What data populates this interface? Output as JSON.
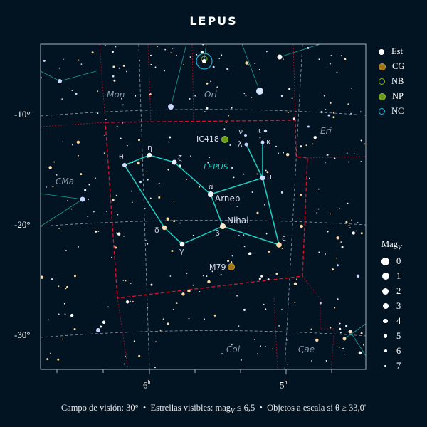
{
  "title": "LEPUS",
  "constellation_label": "LEPUS",
  "neighbors": [
    "Mon",
    "Ori",
    "Eri",
    "CMa",
    "Col",
    "Cae"
  ],
  "dec_labels": [
    "-10°",
    "-20°",
    "-30°"
  ],
  "ra_labels": [
    {
      "h": "6",
      "sup": "h"
    },
    {
      "h": "5",
      "sup": "h"
    }
  ],
  "stars": {
    "theta": "θ",
    "eta": "η",
    "zeta": "ζ",
    "alpha": "α",
    "mu": "μ",
    "kappa": "κ",
    "lambda": "λ",
    "nu": "ν",
    "iota": "ι",
    "beta": "β",
    "epsilon": "ε",
    "delta": "δ",
    "gamma": "γ"
  },
  "star_names": {
    "alpha": "Arneb",
    "beta": "Nihal"
  },
  "objects": [
    {
      "name": "IC418",
      "type": "NP"
    },
    {
      "name": "M79",
      "type": "CG"
    }
  ],
  "legend": {
    "types": [
      {
        "label": "Est",
        "color": "#ffffff"
      },
      {
        "label": "CG",
        "color": "#a07418"
      },
      {
        "label": "NB",
        "color": "#7fb21a"
      },
      {
        "label": "NP",
        "color": "#6b9a1a"
      },
      {
        "label": "NC",
        "color": "#1ab0d8"
      }
    ],
    "mag_title": "Mag",
    "mag_sub": "V",
    "mags": [
      "0",
      "1",
      "2",
      "3",
      "4",
      "5",
      "6",
      "7"
    ]
  },
  "caption": {
    "fov": "Campo de visión: 30°",
    "stars_prefix": "Estrellas visibles: mag",
    "stars_sub": "V",
    "stars_suffix": " ≤ 6,5",
    "scale": "Objetos a escala si θ ≥ 33,0'"
  },
  "colors": {
    "background": "#021422",
    "lines": "#1ad1c4",
    "boundary": "#e0102e",
    "grid": "#8a9aac"
  }
}
